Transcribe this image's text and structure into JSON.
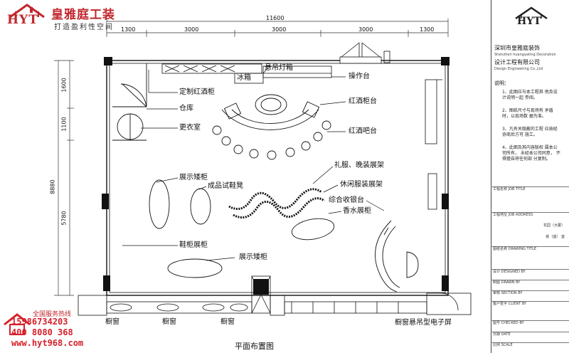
{
  "brand": {
    "logo_letters": "HYT",
    "name": "皇雅庭工装",
    "slogan": "打造盈利性空间"
  },
  "dimensions": {
    "total_width": "11600",
    "top_segments": [
      "1300",
      "3000",
      "3000",
      "3000",
      "1300"
    ],
    "left_total": "8880",
    "left_segments": [
      "1600",
      "1100",
      "5780"
    ]
  },
  "labels": {
    "hanging_lightbox": "悬吊灯箱",
    "fridge": "冰箱",
    "operation_table": "操作台",
    "wine_cabinet_custom": "定制红酒柜",
    "warehouse": "仓库",
    "wine_counter": "红酒柜台",
    "changing_room": "更衣室",
    "wine_bar": "红酒吧台",
    "gown_rack": "礼服、晚装展架",
    "display_short_cabinet_1": "展示矮柜",
    "leisure_rack": "休闲服装展架",
    "fitting_stool": "成品试鞋凳",
    "cashier": "综合收银台",
    "perfume_cabinet": "香水展柜",
    "shoe_cabinet": "鞋柜展柜",
    "display_short_cabinet_2": "展示矮柜",
    "window_1": "橱窗",
    "window_2": "橱窗",
    "window_3": "橱窗",
    "window_screen": "橱窗悬吊型电子屏",
    "plan_title": "平面布置图"
  },
  "contact": {
    "service_label": "全国服务热线",
    "phone_1": "15986734203",
    "phone_2": "400 8080 368",
    "website": "www.hyt968.com"
  },
  "title_block": {
    "logo_letters": "HYT",
    "company_cn_1": "深圳市皇雅庭装饰",
    "company_en_1": "Shenzhen huangyating Decoration",
    "company_cn_2": "设计工程有限公司",
    "company_en_2": "Design Engineering Co.,Ltd",
    "notes_heading": "说明：",
    "notes": [
      "1、此图应与本工程其 他及设计说明一起 参阅。",
      "2、图纸尺寸与现场有 矛盾时，以现场数 据为准。",
      "3、凡有关隐蔽的工程 应按经协商后方可 施工。",
      "4、此图及其内容版权 属本公司所有， 未经本公司同意， 不得擅自将任何部 分复制。"
    ],
    "rows": [
      "工程名称 JOB TITLE",
      "工程地址 JOB ADDRESS",
      "花园（大厦）",
      "栋（座）    室",
      "图纸名称 DRAWING TITLE",
      "设计 DESIGNED BY",
      "制图 DRAWN BY",
      "审核 SECTION BY",
      "客户签字 CLIENT BY",
      "图号 CHECKED BY",
      "日期 DATE",
      "比例 SCALE"
    ]
  }
}
